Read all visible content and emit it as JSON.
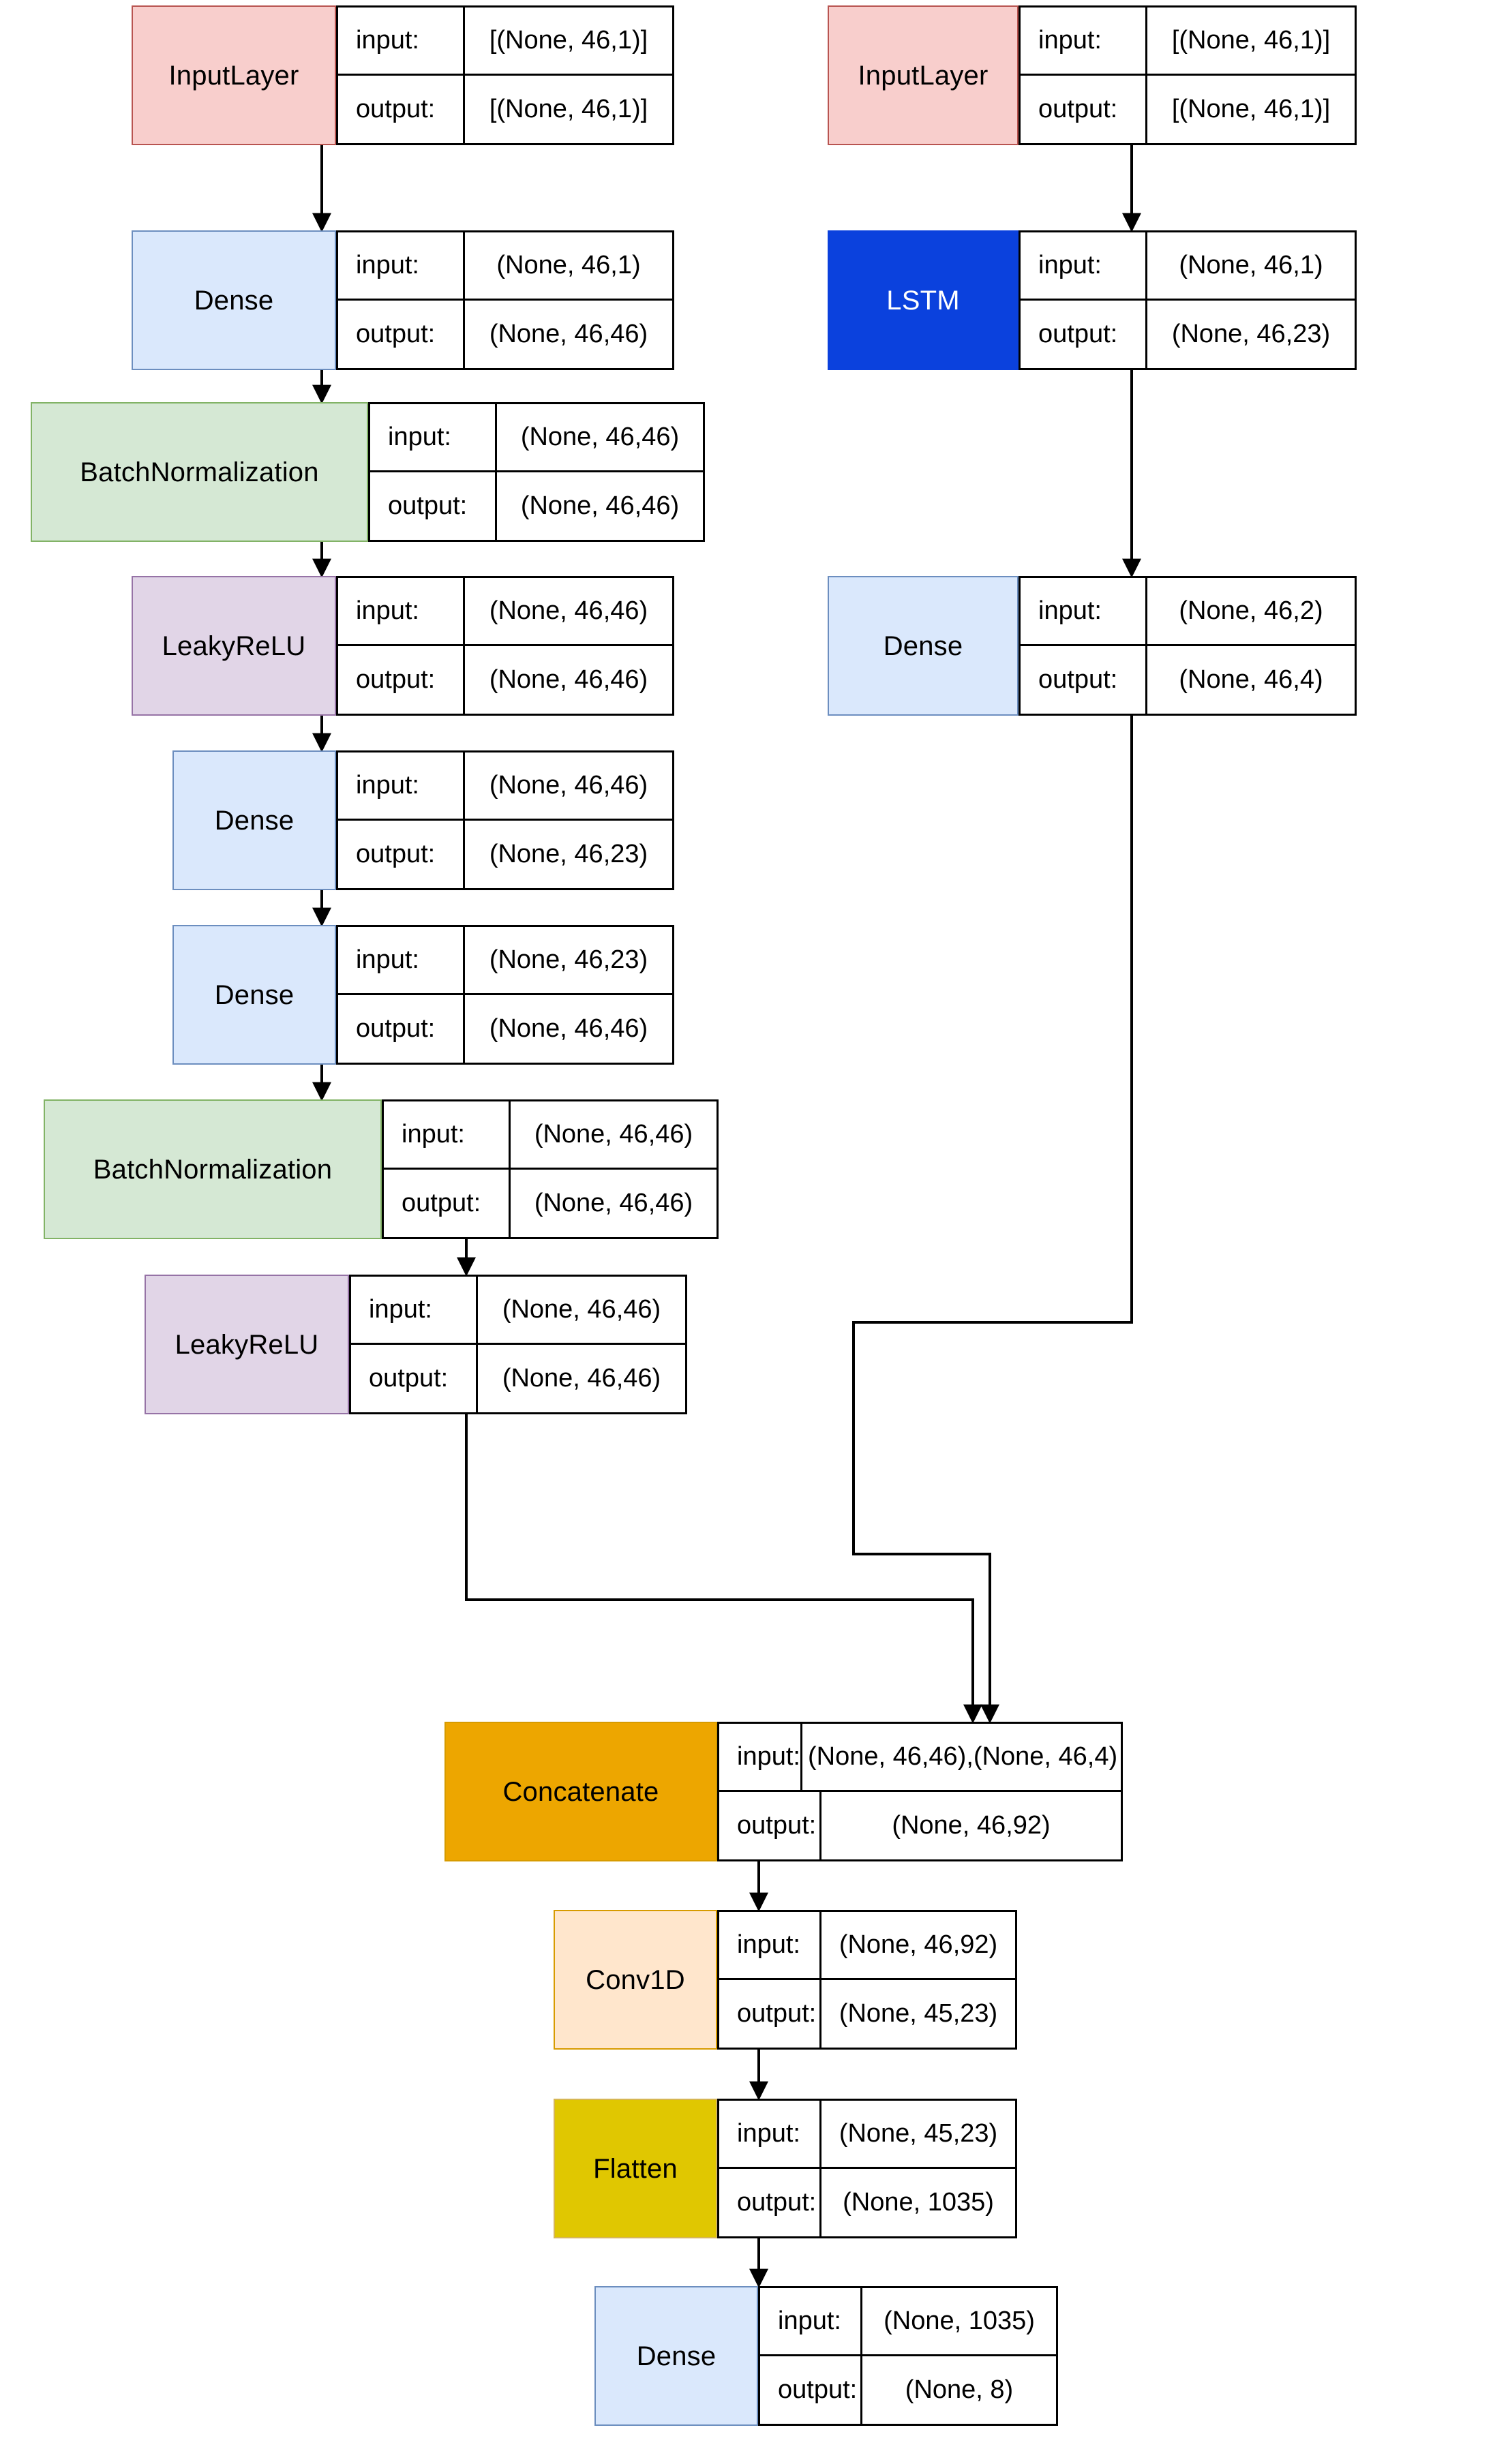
{
  "diagram": {
    "title": "Keras model architecture graph",
    "io_labels": {
      "input": "input:",
      "output": "output:"
    },
    "colors": {
      "input_layer": "#f8cecc",
      "dense": "#dae8fc",
      "batch_norm": "#d5e8d4",
      "leaky_relu": "#e1d5e7",
      "lstm": "#0b41dd",
      "concatenate": "#eda600",
      "conv1d": "#ffe6cc",
      "flatten": "#e0c701",
      "edge": "#000000"
    },
    "nodes": [
      {
        "id": "input_left",
        "type": "InputLayer",
        "label": "InputLayer",
        "input": "[(None, 46,1)]",
        "output": "[(None, 46,1)]"
      },
      {
        "id": "input_right",
        "type": "InputLayer",
        "label": "InputLayer",
        "input": "[(None, 46,1)]",
        "output": "[(None, 46,1)]"
      },
      {
        "id": "dense_left_1",
        "type": "Dense",
        "label": "Dense",
        "input": "(None, 46,1)",
        "output": "(None, 46,46)"
      },
      {
        "id": "lstm",
        "type": "LSTM",
        "label": "LSTM",
        "input": "(None, 46,1)",
        "output": "(None, 46,23)"
      },
      {
        "id": "batchnorm_1",
        "type": "BatchNormalization",
        "label": "BatchNormalization",
        "input": "(None, 46,46)",
        "output": "(None, 46,46)"
      },
      {
        "id": "leakyrelu_1",
        "type": "LeakyReLU",
        "label": "LeakyReLU",
        "input": "(None, 46,46)",
        "output": "(None, 46,46)"
      },
      {
        "id": "dense_right",
        "type": "Dense",
        "label": "Dense",
        "input": "(None, 46,2)",
        "output": "(None, 46,4)"
      },
      {
        "id": "dense_left_2",
        "type": "Dense",
        "label": "Dense",
        "input": "(None, 46,46)",
        "output": "(None, 46,23)"
      },
      {
        "id": "dense_left_3",
        "type": "Dense",
        "label": "Dense",
        "input": "(None, 46,23)",
        "output": "(None, 46,46)"
      },
      {
        "id": "batchnorm_2",
        "type": "BatchNormalization",
        "label": "BatchNormalization",
        "input": "(None, 46,46)",
        "output": "(None, 46,46)"
      },
      {
        "id": "leakyrelu_2",
        "type": "LeakyReLU",
        "label": "LeakyReLU",
        "input": "(None, 46,46)",
        "output": "(None, 46,46)"
      },
      {
        "id": "concatenate",
        "type": "Concatenate",
        "label": "Concatenate",
        "input": "(None, 46,46),(None, 46,4)",
        "output": "(None, 46,92)"
      },
      {
        "id": "conv1d",
        "type": "Conv1D",
        "label": "Conv1D",
        "input": "(None, 46,92)",
        "output": "(None, 45,23)"
      },
      {
        "id": "flatten",
        "type": "Flatten",
        "label": "Flatten",
        "input": "(None, 45,23)",
        "output": "(None, 1035)"
      },
      {
        "id": "dense_out",
        "type": "Dense",
        "label": "Dense",
        "input": "(None, 1035)",
        "output": "(None, 8)"
      }
    ],
    "edges": [
      {
        "from": "input_left",
        "to": "dense_left_1"
      },
      {
        "from": "dense_left_1",
        "to": "batchnorm_1"
      },
      {
        "from": "batchnorm_1",
        "to": "leakyrelu_1"
      },
      {
        "from": "leakyrelu_1",
        "to": "dense_left_2"
      },
      {
        "from": "dense_left_2",
        "to": "dense_left_3"
      },
      {
        "from": "dense_left_3",
        "to": "batchnorm_2"
      },
      {
        "from": "batchnorm_2",
        "to": "leakyrelu_2"
      },
      {
        "from": "leakyrelu_2",
        "to": "concatenate"
      },
      {
        "from": "input_right",
        "to": "lstm"
      },
      {
        "from": "lstm",
        "to": "dense_right"
      },
      {
        "from": "dense_right",
        "to": "concatenate"
      },
      {
        "from": "concatenate",
        "to": "conv1d"
      },
      {
        "from": "conv1d",
        "to": "flatten"
      },
      {
        "from": "flatten",
        "to": "dense_out"
      }
    ]
  }
}
